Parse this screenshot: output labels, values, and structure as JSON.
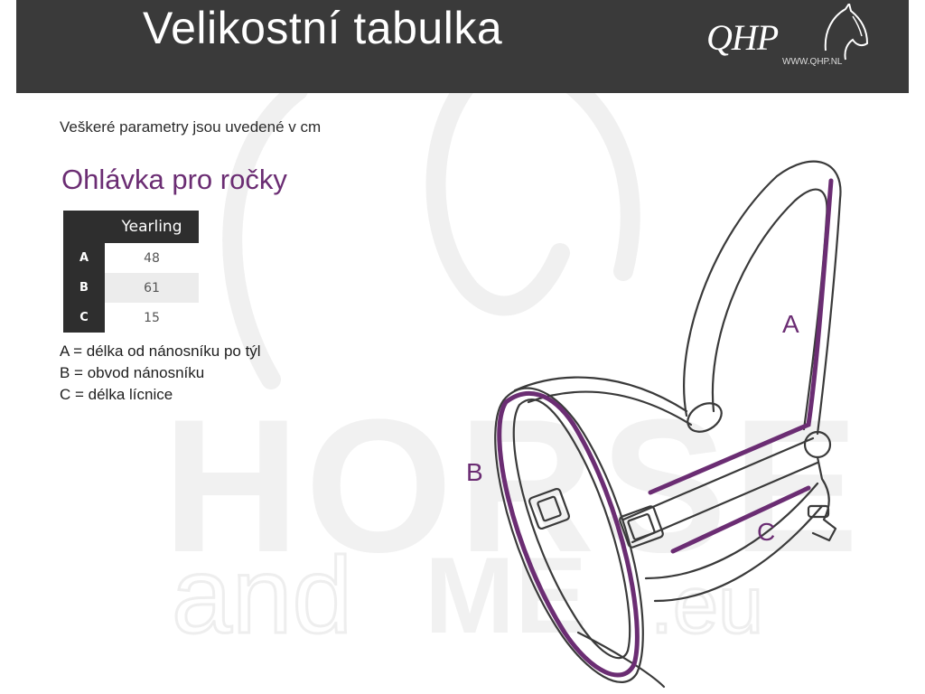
{
  "header": {
    "title": "Velikostní tabulka",
    "logo_text": "QHP",
    "logo_url": "WWW.QHP.NL"
  },
  "note": "Veškeré parametry jsou uvedené v cm",
  "subtitle": "Ohlávka pro ročky",
  "table": {
    "column_header": "Yearling",
    "rows": [
      {
        "label": "A",
        "value": "48"
      },
      {
        "label": "B",
        "value": "61"
      },
      {
        "label": "C",
        "value": "15"
      }
    ]
  },
  "legend": [
    "A = délka od nánosníku po týl",
    "B = obvod nánosníku",
    "C = délka lícnice"
  ],
  "diagram_labels": {
    "a": "A",
    "b": "B",
    "c": "C"
  },
  "watermark": {
    "word1": "HORSE",
    "word2": "and",
    "word3": "ME",
    "word4": ".eu"
  },
  "colors": {
    "header_bg": "#3a3a3a",
    "accent": "#6b2d73",
    "table_dark": "#2e2e2e"
  },
  "icons": [
    "horse-head-logo-icon",
    "halter-diagram"
  ]
}
